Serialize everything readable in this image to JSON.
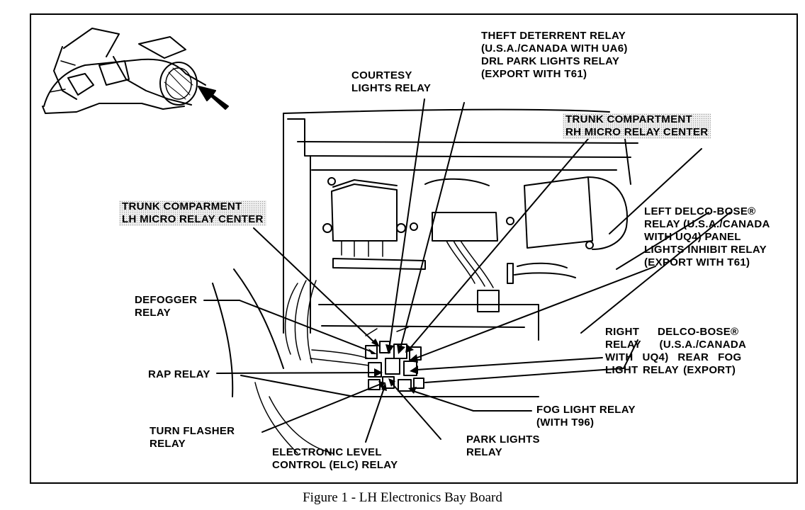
{
  "figure": {
    "caption": "Figure 1 - LH Electronics Bay Board"
  },
  "labels": {
    "theft_deterrent": [
      "THEFT DETERRENT RELAY",
      "(U.S.A./CANADA WITH UA6)",
      "DRL PARK LIGHTS  RELAY",
      "(EXPORT WITH T61)"
    ],
    "courtesy": [
      "COURTESY",
      "LIGHTS RELAY"
    ],
    "trunk_rh": [
      "TRUNK COMPARTMENT",
      "RH MICRO RELAY CENTER"
    ],
    "trunk_lh": [
      "TRUNK COMPARMENT",
      "LH MICRO RELAY CENTER"
    ],
    "left_delco": [
      "LEFT DELCO-BOSE®",
      "RELAY (U.S.A./CANADA",
      "WITH UQ4) PANEL",
      "LIGHTS INHIBIT RELAY",
      "(EXPORT WITH T61)"
    ],
    "defogger": [
      "DEFOGGER",
      "RELAY"
    ],
    "right_delco": [
      "RIGHT    DELCO-BOSE®",
      "RELAY    (U.S.A./CANADA",
      "WITH  UQ4)  REAR  FOG",
      "LIGHT RELAY (EXPORT)"
    ],
    "rap": [
      "RAP RELAY"
    ],
    "fog_light": [
      "FOG LIGHT RELAY",
      "(WITH T96)"
    ],
    "turn_flasher": [
      "TURN FLASHER",
      "RELAY"
    ],
    "park_lights": [
      "PARK LIGHTS",
      "RELAY"
    ],
    "elc": [
      "ELECTRONIC LEVEL",
      "CONTROL (ELC) RELAY"
    ]
  }
}
